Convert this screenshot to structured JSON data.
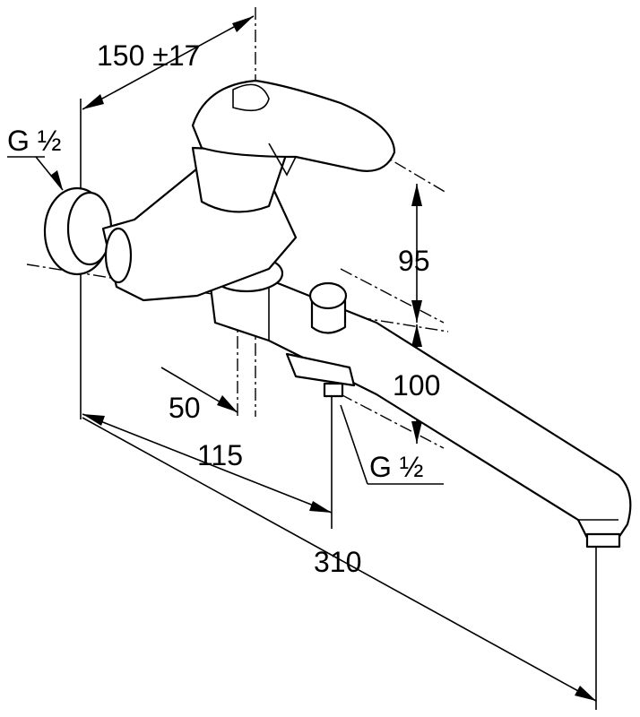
{
  "drawing": {
    "dim_width_range": "150 ±17",
    "dim_inlet_left": "G ½",
    "dim_spout_height": "95",
    "dim_outlet_height": "100",
    "dim_wall_to_handle": "50",
    "dim_wall_to_outlet": "115",
    "dim_outlet_right": "G ½",
    "dim_spout_length": "310"
  }
}
